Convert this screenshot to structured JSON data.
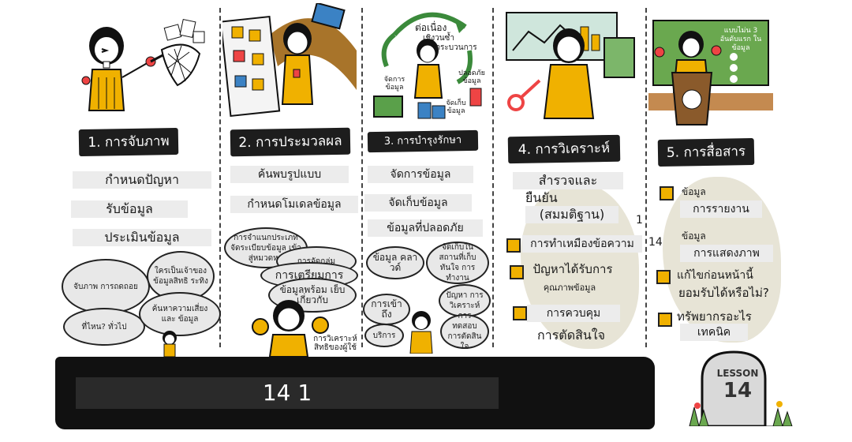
{
  "columns": [
    {
      "title": "1. การจับภาพ",
      "items": [
        "กำหนดปัญหา",
        "รับข้อมูล",
        "ประเมินข้อมูล"
      ],
      "bubbles": [
        "จับภาพ การถดถอย",
        "ใครเป็นเจ้าของ ข้อมูลสิทธิ ระทิง",
        "ที่ไหน? ทั่วไป",
        "ค้นหาความเสี่ยงและ ข้อมูล"
      ]
    },
    {
      "title": "2. การประมวลผล",
      "items": [
        "ค้นพบรูปแบบ",
        "กำหนดโมเดลข้อมูล"
      ],
      "bubbles": [
        "การจำแนกประเภท จัดระเบียบข้อมูล เข้าสู่หมวดหมู่",
        "การจัดกลุ่ม",
        "การเตรียมการ",
        "ข้อมูลพร้อม เย็บเกี่ยวกับ"
      ],
      "caption": "การวิเคราะห์ สิทธิของผู้ใช้"
    },
    {
      "title": "3. การบำรุงรักษา",
      "items": [
        "จัดการข้อมูล",
        "จัดเก็บข้อมูล",
        "ข้อมูลที่ปลอดภัย"
      ],
      "cycle": [
        "ต่อเนื่อง",
        "เชิงวนซ้ำ",
        "กระบวนการ"
      ],
      "side_labels": [
        "จัดการ ข้อมูล",
        "ปลอดภัย ข้อมูล",
        "จัดเก็บ ข้อมูล"
      ],
      "bubbles": [
        "ข้อมูล คลาวด์",
        "จัดเก็บใน สถานที่เก็บทันใจ การทำงาน",
        "การเข้าถึง",
        "บริการ",
        "ปัญหา การวิเคราะห์",
        "การทดสอบ การตัดสินใจ"
      ]
    },
    {
      "title": "4. การวิเคราะห์",
      "items": [
        "สำรวจและ",
        "ยืนยัน",
        "(สมมติฐาน)",
        "การทำเหมืองข้อความ",
        "ปัญหาได้รับการ",
        "คุณภาพข้อมูล",
        "การควบคุม",
        "การตัดสินใจ"
      ],
      "markers": [
        "1",
        "14"
      ]
    },
    {
      "title": "5. การสื่อสาร",
      "board_title": "แบบไม่น 3 อันดับแรก ในข้อมูล",
      "items": [
        "ข้อมูล",
        "การรายงาน",
        "ข้อมูล",
        "การแสดงภาพ",
        "แก้ไขก่อนหน้านี้",
        "ยอมรับได้หรือไม่?",
        "ทรัพยากรอะไร",
        "เทคนิค"
      ]
    }
  ],
  "bottom": {
    "label": "14 1"
  },
  "tombstone": {
    "line1": "LESSON",
    "line2": "14"
  },
  "colors": {
    "accent": "#f0b100",
    "dark": "#1d1d1d",
    "label_bg": "#ececec",
    "blob": "#e7e4d6"
  }
}
